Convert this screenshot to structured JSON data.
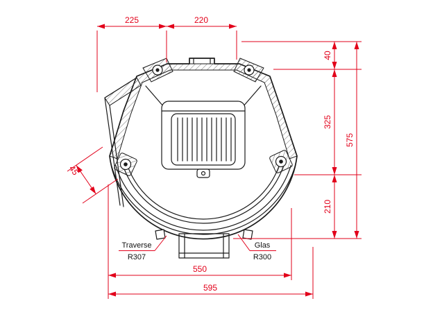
{
  "dimensions": {
    "top_left": "225",
    "top_right": "220",
    "right_gap": "40",
    "right_upper": "325",
    "right_lower": "210",
    "right_total": "575",
    "angle": "45",
    "bottom_inner": "550",
    "bottom_outer": "595"
  },
  "labels": {
    "traverse_name": "Traverse",
    "traverse_radius": "R307",
    "glas_name": "Glas",
    "glas_radius": "R300"
  },
  "colors": {
    "dimension": "#e2001a",
    "outline": "#1a1a1a"
  }
}
